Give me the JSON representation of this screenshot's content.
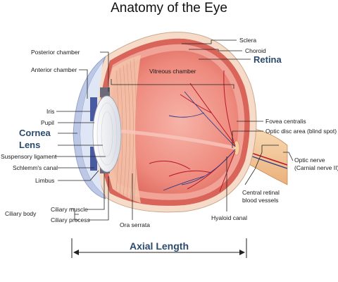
{
  "title": "Anatomy of the Eye",
  "labels": {
    "sclera": "Sclera",
    "choroid": "Choroid",
    "retina": "Retina",
    "posterior_chamber": "Posterior chamber",
    "anterior_chamber": "Anterior chamber",
    "vitreous_chamber": "Vitreous chamber",
    "iris": "Iris",
    "pupil": "Pupil",
    "cornea": "Cornea",
    "lens": "Lens",
    "suspensory_ligament": "Suspensory ligament",
    "schlemms_canal": "Schlemm's canal",
    "limbus": "Limbus",
    "ciliary_body": "Ciliary body",
    "ciliary_muscle": "Ciliary muscle",
    "ciliary_process": "Ciliary process",
    "ora_serrata": "Ora serrata",
    "hyaloid_canal": "Hyaloid canal",
    "fovea_centralis": "Fovea centralis",
    "optic_disc_area": "Optic disc area (blind spot)",
    "optic_nerve_line1": "Optic nerve",
    "optic_nerve_line2": "(Carnial nerve II)",
    "central_retinal_line1": "Central retinal",
    "central_retinal_line2": "blood vessels",
    "axial_length": "Axial Length"
  },
  "colors": {
    "sclera": "#f6dcc8",
    "choroid": "#d9645a",
    "retina": "#f2a397",
    "vitreous": "#f08a7e",
    "cornea": "#bcc8e6",
    "iris": "#4a5aa0",
    "lens": "#eef0f4",
    "vessel_red": "#b8182a",
    "vessel_blue": "#2e3c8a",
    "optic_nerve": "#f4c79a",
    "emphasis_text": "#2a4a6e"
  }
}
